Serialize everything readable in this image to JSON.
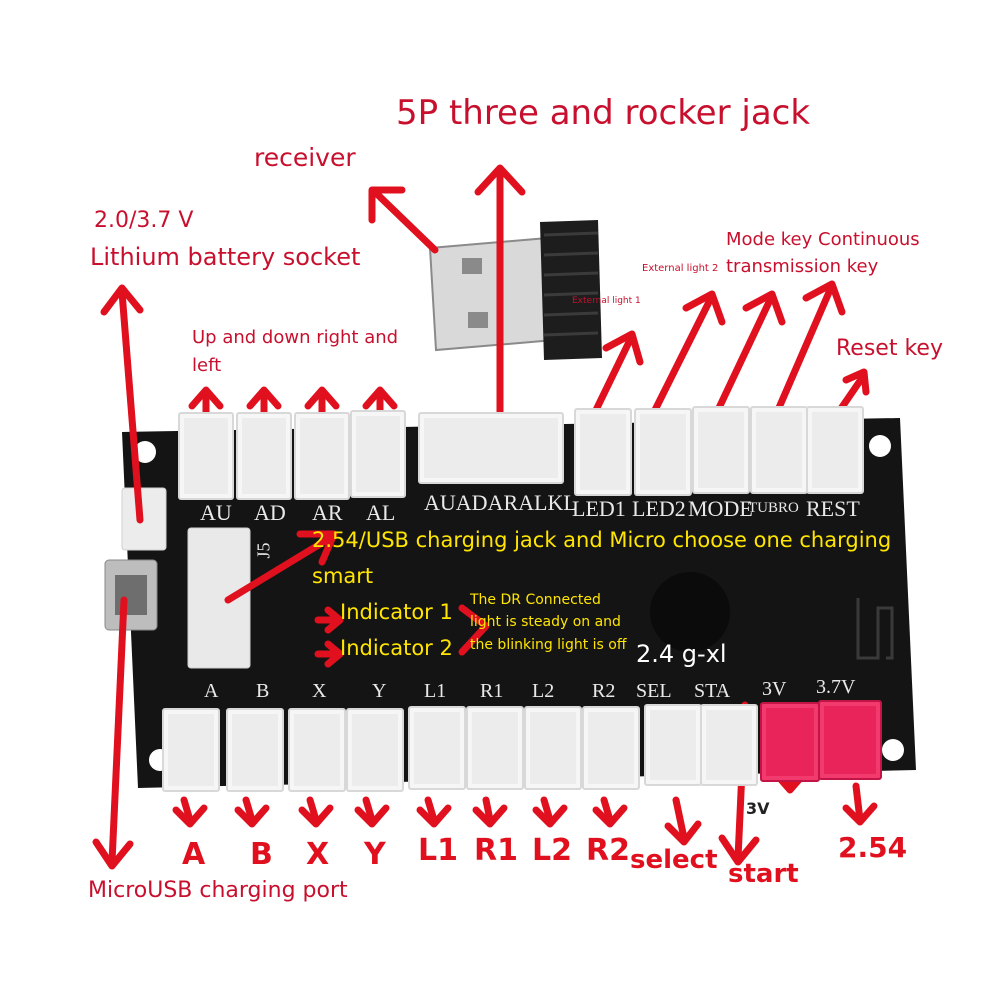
{
  "annotations": {
    "rocker_jack": "5P three and rocker jack",
    "receiver": "receiver",
    "battery_voltage": "2.0/3.7 V",
    "battery_socket": "Lithium battery socket",
    "direction_line1": "Up and down right and",
    "direction_line2": "left",
    "mode_line1": "Mode key Continuous",
    "mode_line2": "transmission key",
    "external_light_2": "External light 2",
    "external_light_1": "External light 1",
    "reset_key": "Reset key",
    "microusb_port": "MicroUSB charging port"
  },
  "board_labels": {
    "top_left": [
      "AU",
      "AD",
      "AR",
      "AL"
    ],
    "top_center": "AUADARALKL",
    "top_right": [
      "LED1",
      "LED2",
      "MODE",
      "TUBRO",
      "REST"
    ],
    "bottom": [
      "A",
      "B",
      "X",
      "Y",
      "L1",
      "R1",
      "L2",
      "R2",
      "SEL",
      "STA",
      "3V",
      "3.7V"
    ],
    "j5": "J5"
  },
  "overlay_text": {
    "charging_line1": "2.54/USB charging jack and Micro choose one charging",
    "charging_line2": "smart",
    "indicator1": "Indicator 1",
    "indicator2": "Indicator 2",
    "dr_note_line1": "The DR Connected",
    "dr_note_line2": "light is steady on and",
    "dr_note_line3": "the blinking light is off",
    "wireless": "2.4 g-xl"
  },
  "bottom_keys": [
    "A",
    "B",
    "X",
    "Y",
    "L1",
    "R1",
    "L2",
    "R2",
    "select",
    "start",
    "3V",
    "2.54"
  ],
  "colors": {
    "annotation_red": "#c8102e",
    "arrow_red": "#e0101e",
    "board": "#141414",
    "yellow_text": "#ffe500",
    "power_connector": "#e8245a"
  }
}
